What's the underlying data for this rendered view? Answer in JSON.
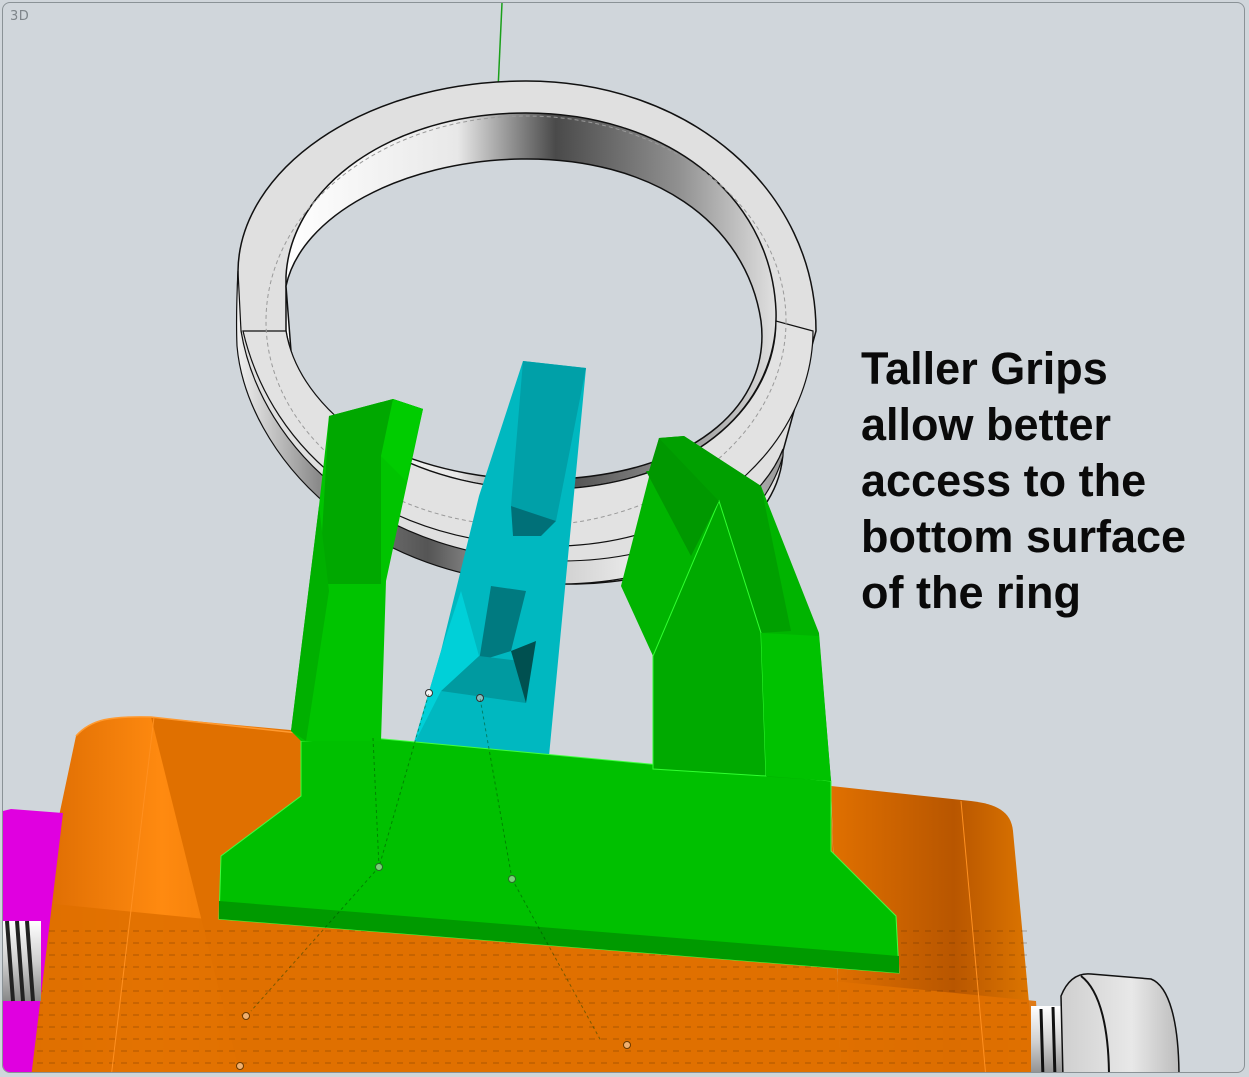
{
  "viewport": {
    "view_label": "3D",
    "background_color": "#d0d6db"
  },
  "annotation": {
    "lines": [
      "Taller Grips",
      "allow better",
      "access to the",
      "bottom surface",
      "of the ring"
    ]
  },
  "scene": {
    "objects": [
      {
        "name": "ring",
        "color": "#e0e0e0"
      },
      {
        "name": "left-grip",
        "color": "#00c000"
      },
      {
        "name": "right-grip",
        "color": "#00b400"
      },
      {
        "name": "center-post",
        "color": "#00b0b8"
      },
      {
        "name": "base-block",
        "color": "#e07000"
      },
      {
        "name": "side-block",
        "color": "#e000e0"
      },
      {
        "name": "screw-left",
        "color": "#c8c8c8"
      },
      {
        "name": "screw-right",
        "color": "#d8d8d8"
      },
      {
        "name": "axis-line",
        "color": "#1aa01a"
      }
    ]
  }
}
